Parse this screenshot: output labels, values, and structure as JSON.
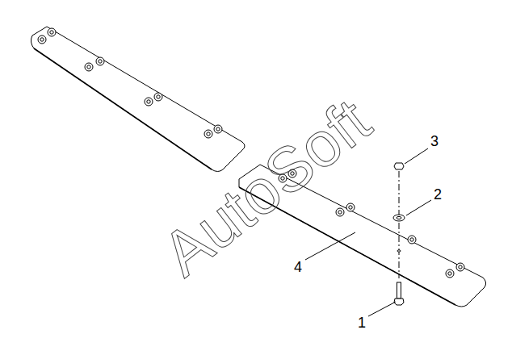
{
  "diagram": {
    "labels": [
      "3",
      "2",
      "4",
      "1",
      "AutoSoft"
    ]
  }
}
